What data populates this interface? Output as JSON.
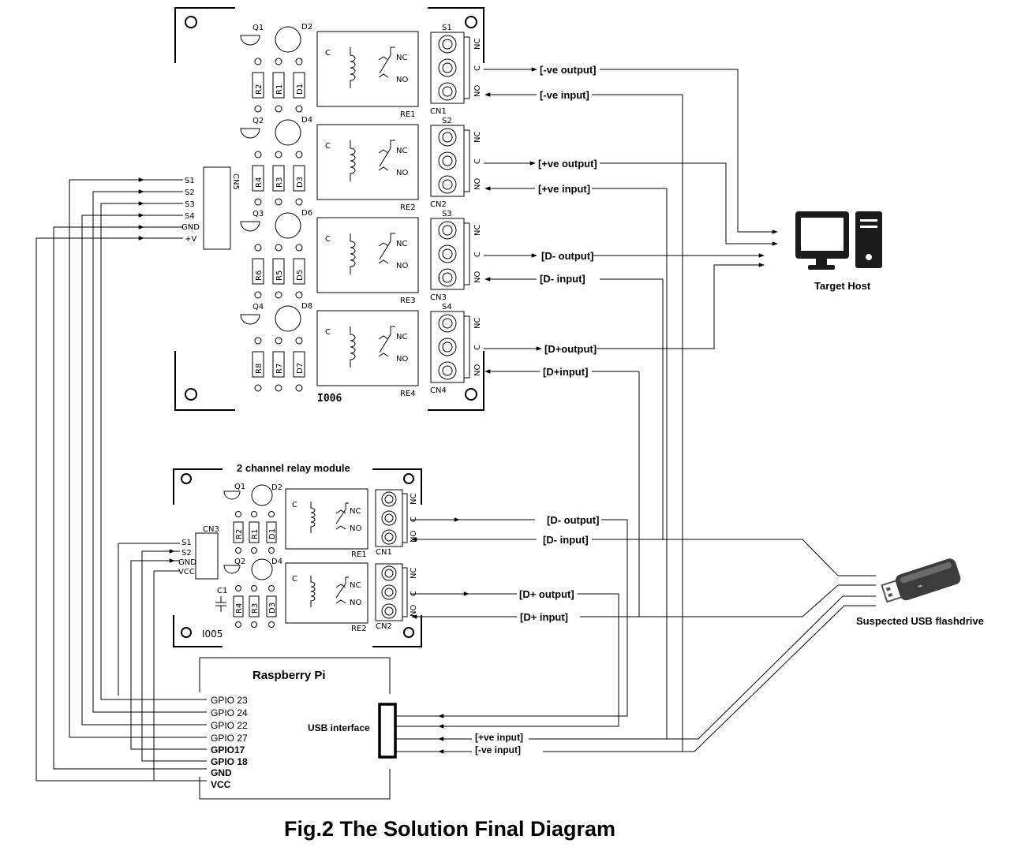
{
  "figure": {
    "caption": "Fig.2 The Solution Final Diagram"
  },
  "relay4": {
    "board_label": "I006",
    "connector": "CN5",
    "pins": [
      "S1",
      "S2",
      "S3",
      "S4",
      "GND",
      "+V"
    ],
    "channels": [
      {
        "relay": "RE1",
        "switch": "S1",
        "cn": "CN1",
        "q": "Q1",
        "d_led": "D2",
        "r_a": "R2",
        "r_b": "R1",
        "d": "D1",
        "c_label": "[-ve output]",
        "no_label": "[-ve input]"
      },
      {
        "relay": "RE2",
        "switch": "S2",
        "cn": "CN2",
        "q": "Q2",
        "d_led": "D4",
        "r_a": "R4",
        "r_b": "R3",
        "d": "D3",
        "c_label": "[+ve output]",
        "no_label": "[+ve input]"
      },
      {
        "relay": "RE3",
        "switch": "S3",
        "cn": "CN3",
        "q": "Q3",
        "d_led": "D6",
        "r_a": "R6",
        "r_b": "R5",
        "d": "D5",
        "c_label": "[D- output]",
        "no_label": "[D- input]"
      },
      {
        "relay": "RE4",
        "switch": "S4",
        "cn": "CN4",
        "q": "Q4",
        "d_led": "D8",
        "r_a": "R8",
        "r_b": "R7",
        "d": "D7",
        "c_label": "[D+output]",
        "no_label": "[D+input]"
      }
    ]
  },
  "relay2": {
    "title": "2 channel relay module",
    "board_label": "I005",
    "connector": "CN3",
    "cap": "C1",
    "pins": [
      "S1",
      "S2",
      "GND",
      "VCC"
    ],
    "channels": [
      {
        "relay": "RE1",
        "cn": "CN1",
        "q": "Q1",
        "d_led": "D2",
        "r_a": "R2",
        "r_b": "R1",
        "d": "D1",
        "c_label": "[D- output]",
        "no_label": "[D- input]"
      },
      {
        "relay": "RE2",
        "cn": "CN2",
        "q": "Q2",
        "d_led": "D4",
        "r_a": "R4",
        "r_b": "R3",
        "d": "D3",
        "c_label": "[D+ output]",
        "no_label": "[D+ input]"
      }
    ]
  },
  "relay_terms": {
    "c": "C",
    "nc": "NC",
    "no": "NO"
  },
  "rpi": {
    "title": "Raspberry Pi",
    "pins": [
      "GPIO 23",
      "GPIO 24",
      "GPIO 22",
      "GPIO 27",
      "GPIO17",
      "GPIO 18",
      "GND",
      "VCC"
    ],
    "usb_label": "USB interface",
    "usb_inputs": [
      "[+ve input]",
      "[-ve input]"
    ]
  },
  "target_host": {
    "label": "Target Host"
  },
  "usb_drive": {
    "label": "Suspected USB flashdrive"
  }
}
